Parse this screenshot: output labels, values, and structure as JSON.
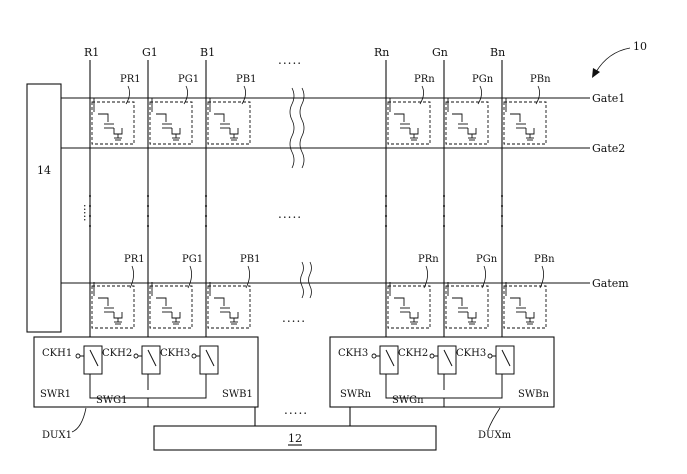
{
  "figure_ref": "10",
  "block_14": "14",
  "block_12": "12",
  "columns_left": [
    "R1",
    "G1",
    "B1"
  ],
  "columns_right": [
    "Rn",
    "Gn",
    "Bn"
  ],
  "gates": [
    "Gate1",
    "Gate2",
    "Gatem"
  ],
  "pixels_left": [
    "PR1",
    "PG1",
    "PB1"
  ],
  "pixels_right": [
    "PRn",
    "PGn",
    "PBn"
  ],
  "clocks": [
    "CKH1",
    "CKH2",
    "CKH3"
  ],
  "switches_left": [
    "SWR1",
    "SWG1",
    "SWB1"
  ],
  "switches_right": [
    "SWRn",
    "SWGn",
    "SWBn"
  ],
  "dux_left": "DUX1",
  "dux_right": "DUXm",
  "ellipsis": "....."
}
